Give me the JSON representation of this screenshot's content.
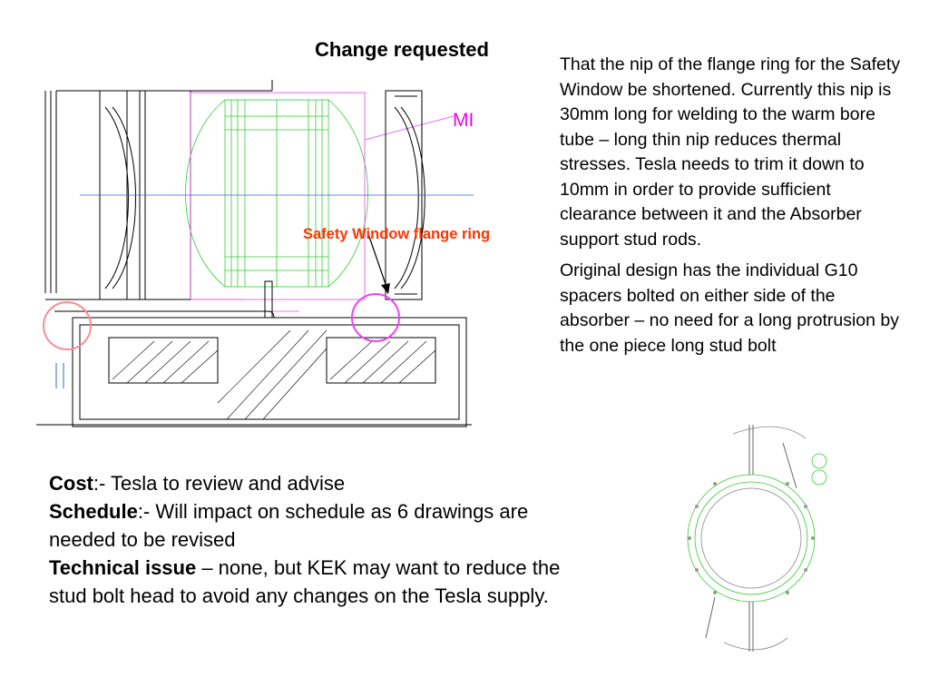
{
  "slide": {
    "title": "Change requested",
    "description_paragraphs": [
      "That the nip of the  flange ring for the Safety Window be shortened. Currently this nip is 30mm long for welding to the warm bore tube – long thin nip reduces thermal stresses. Tesla needs to trim it down to 10mm in order to provide sufficient clearance between it and the Absorber support stud rods.",
      "Original design has the individual G10 spacers bolted on either side of the absorber – no need for a long protrusion by the one piece long stud bolt"
    ],
    "drawing_labels": {
      "flange_ring": "Safety Window flange ring",
      "mi": "MI"
    },
    "impact": {
      "cost_label": "Cost",
      "cost_text": ":- Tesla to review and advise",
      "schedule_label": "Schedule",
      "schedule_text": ":- Will impact on schedule as 6 drawings are needed to be revised",
      "technical_label": "Technical issue",
      "technical_text": " – none, but KEK may want to reduce the stud bolt head to avoid any changes on the Tesla supply."
    },
    "colors": {
      "highlight_red": "#ff3300",
      "highlight_magenta": "#ee00ee",
      "drawing_green": "#33cc33",
      "circle_pink": "#ff8899"
    }
  }
}
